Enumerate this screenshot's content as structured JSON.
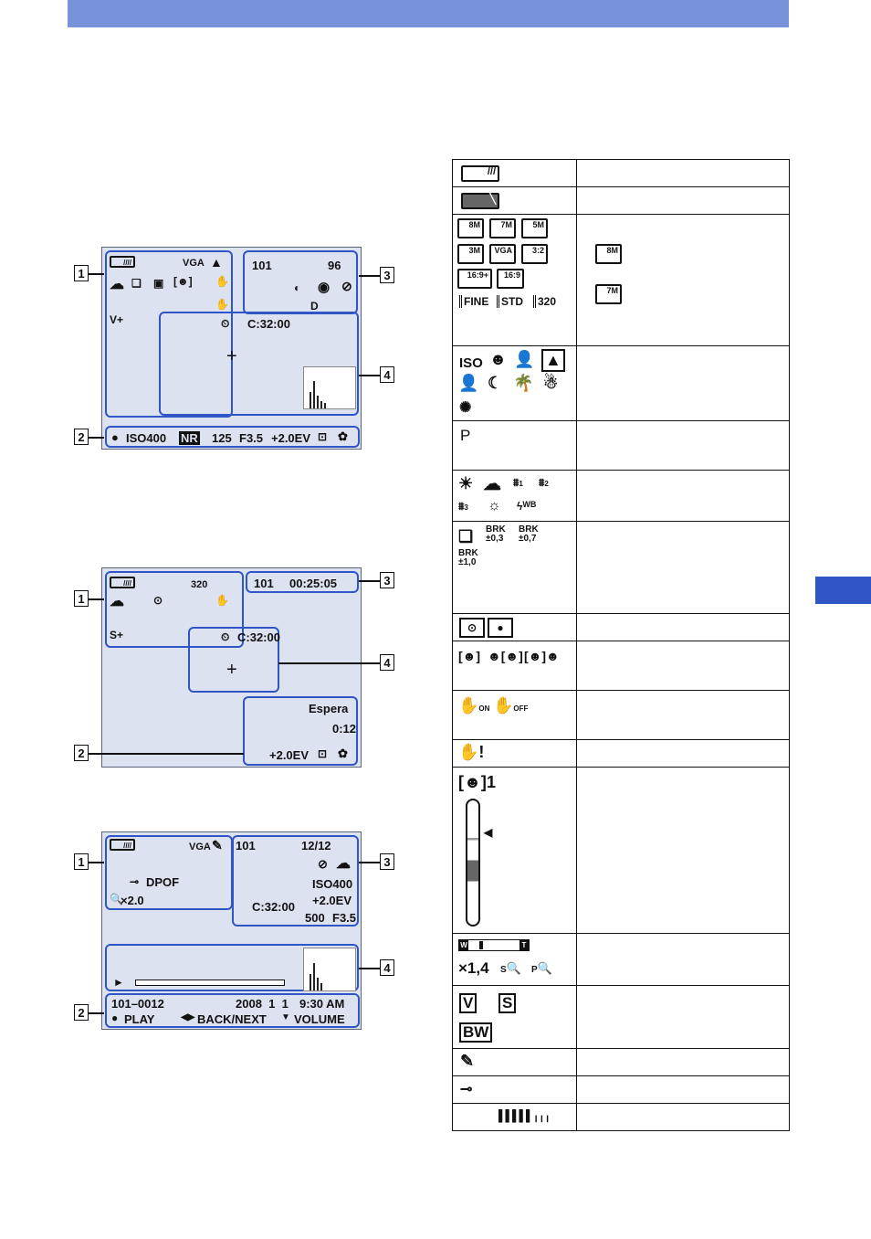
{
  "colors": {
    "header": "#7893db",
    "tab": "#2f55c7",
    "screen": "#dde2f1"
  },
  "screen1": {
    "top_labels": {
      "size": "VGA",
      "folder": "101",
      "count": "96"
    },
    "timer": "C:32:00",
    "bottom": {
      "iso": "ISO400",
      "nr": "NR",
      "shutter": "125",
      "aperture": "F3.5",
      "ev": "+2.0EV"
    },
    "callouts": [
      "1",
      "2",
      "3",
      "4"
    ]
  },
  "screen2": {
    "top": {
      "size": "320",
      "folder": "101",
      "time": "00:25:05"
    },
    "timer": "C:32:00",
    "standby": "Espera",
    "standby_time": "0:12",
    "ev": "+2.0EV",
    "callouts": [
      "1",
      "2",
      "3",
      "4"
    ]
  },
  "screen3": {
    "top": {
      "size": "VGA",
      "folder": "101",
      "count": "12/12"
    },
    "dpof": "DPOF",
    "zoom": "×2.0",
    "timer": "C:32:00",
    "iso": "ISO400",
    "ev": "+2.0EV",
    "shutter": "500",
    "aperture": "F3.5",
    "file": "101–0012",
    "date": "2008  1  1",
    "clock": "9:30 AM",
    "play": "PLAY",
    "backnext": "BACK/NEXT",
    "volume": "VOLUME",
    "callouts": [
      "1",
      "2",
      "3",
      "4"
    ]
  },
  "legend": {
    "size_labels": [
      "8M",
      "7M",
      "5M",
      "3M",
      "VGA",
      "3:2",
      "16:9+",
      "16:9"
    ],
    "movie_labels": [
      "FINE",
      "STD",
      "320"
    ],
    "right_size_labels": [
      "8M",
      "7M"
    ],
    "iso_label": "ISO",
    "p_label": "P",
    "wb_sub": [
      "1",
      "2",
      "3"
    ],
    "wb_flash": "WB",
    "brk": [
      "BRK ±0,3",
      "BRK ±0,7",
      "BRK ±1,0"
    ],
    "face": "1",
    "zoom_w": "W",
    "zoom_t": "T",
    "zoom_val": "×1,4",
    "zoom_s": "S",
    "zoom_p": "P",
    "steady_on": "ON",
    "steady_off": "OFF"
  }
}
